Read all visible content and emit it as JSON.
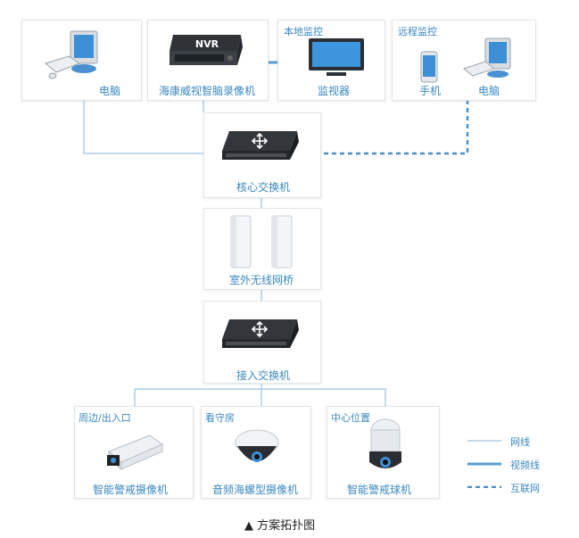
{
  "top": {
    "pc": {
      "label": "电脑"
    },
    "nvr": {
      "label": "海康威视智脑录像机",
      "badge": "NVR"
    },
    "local": {
      "title": "本地监控",
      "label": "监视器"
    },
    "remote": {
      "title": "远程监控",
      "phone": "手机",
      "pc": "电脑"
    }
  },
  "core_switch": {
    "label": "核心交换机"
  },
  "bridge": {
    "label": "室外无线网桥"
  },
  "access_switch": {
    "label": "接入交换机"
  },
  "cameras": [
    {
      "title": "周边/出入口",
      "label": "智能警戒摄像机"
    },
    {
      "title": "看守房",
      "label": "音频海螺型摄像机"
    },
    {
      "title": "中心位置",
      "label": "智能警戒球机"
    }
  ],
  "legend": {
    "network": "网线",
    "video": "视频线",
    "internet": "互联网"
  },
  "caption": "▲ 方案拓扑图"
}
